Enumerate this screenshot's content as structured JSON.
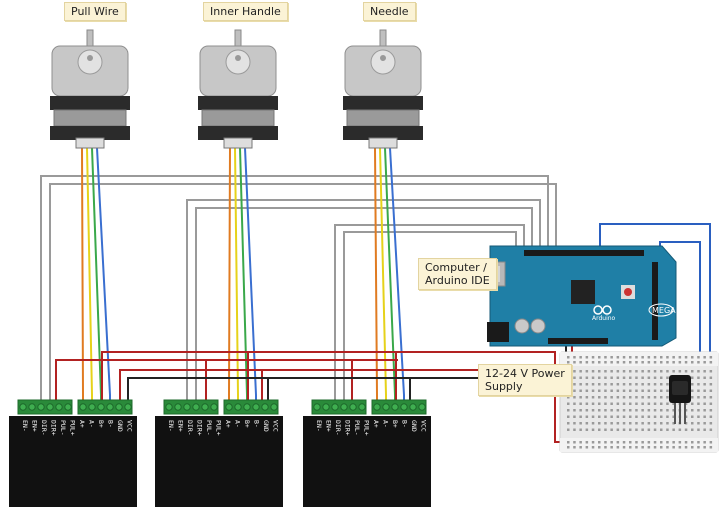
{
  "labels": {
    "motor_1": "Pull Wire",
    "motor_2": "Inner Handle",
    "motor_3": "Needle",
    "computer": "Computer /\nArduino IDE",
    "power": "12-24 V Power\nSupply"
  },
  "driver_pins": [
    "EN-",
    "EN+",
    "DIR-",
    "DIR+",
    "PUL-",
    "PUL+",
    "A+",
    "A-",
    "B+",
    "B-",
    "GND",
    "VCC"
  ],
  "arduino": {
    "brand": "Arduino",
    "model": "MEGA"
  },
  "colors": {
    "board": "#1f7fa6",
    "driver": "#111111",
    "terminal": "#2a8a3a",
    "signal_wire": "#9a9a9a",
    "power_red": "#b22222",
    "power_black": "#222222",
    "coil_orange": "#e07b21",
    "coil_yellow": "#e6d21a",
    "coil_green": "#3aa84a",
    "coil_blue": "#3a6fd0",
    "jumper_blue": "#2a5fc0"
  }
}
